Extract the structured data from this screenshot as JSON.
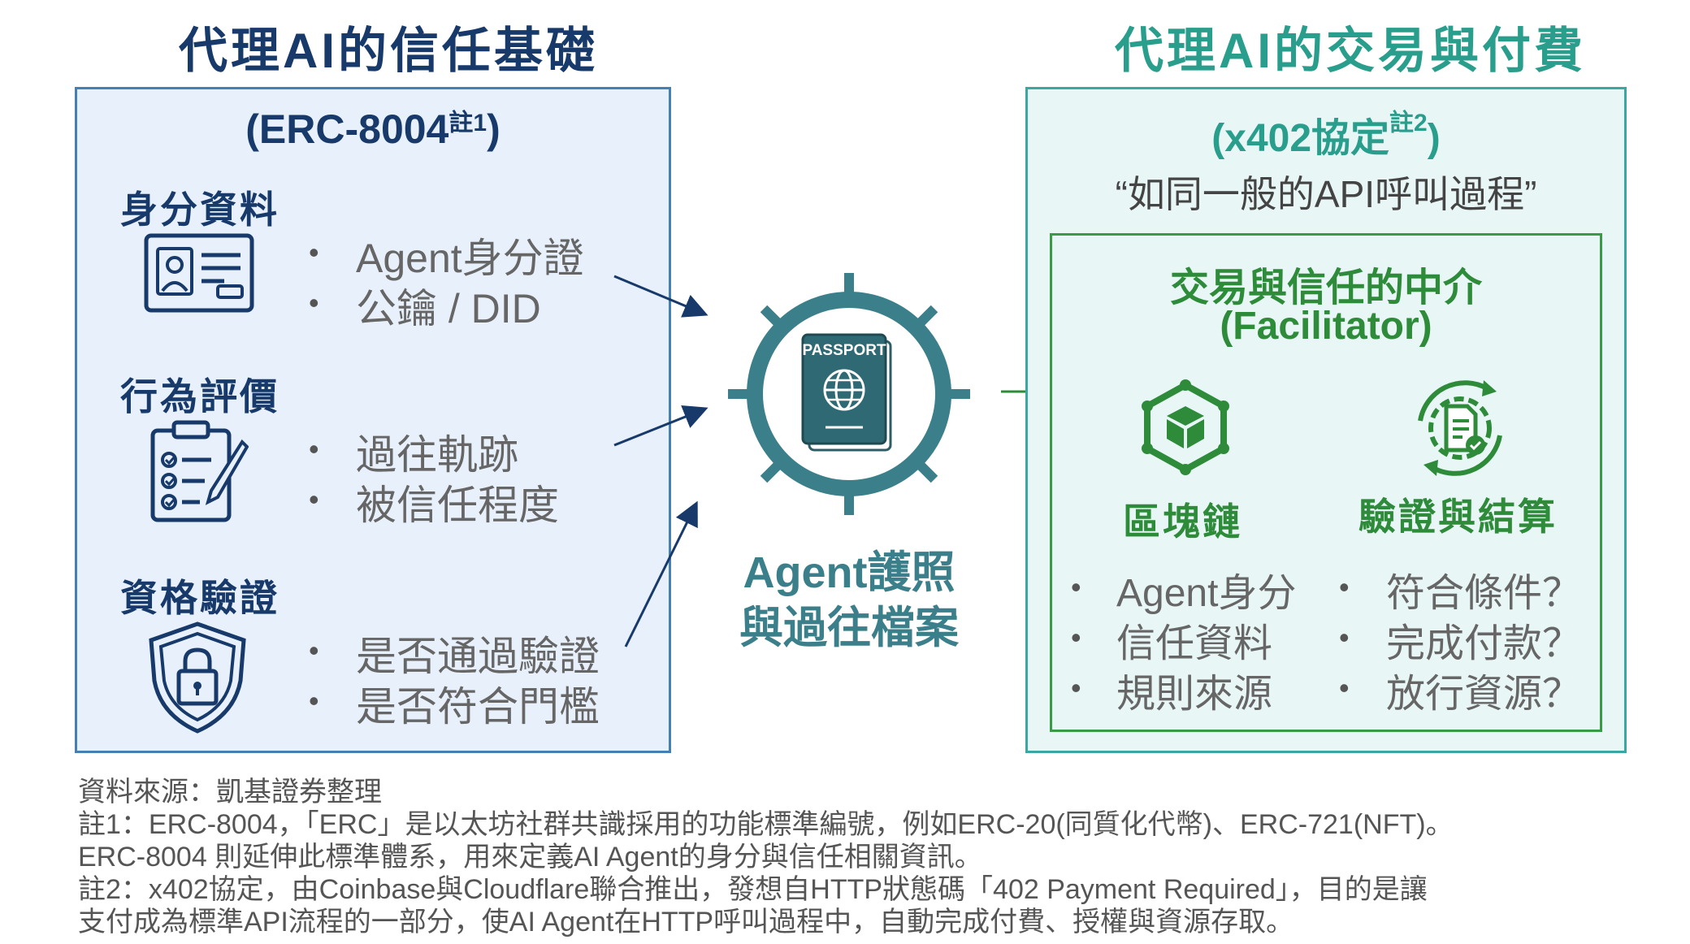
{
  "headers": {
    "left": "代理AI的信任基礎",
    "right": "代理AI的交易與付費"
  },
  "left_panel": {
    "standard": "(ERC-8004",
    "standard_note": "註1",
    "standard_close": ")",
    "sections": [
      {
        "title": "身分資料",
        "icon": "id-card-icon",
        "bullets": [
          "Agent身分證",
          "公鑰 / DID"
        ]
      },
      {
        "title": "行為評價",
        "icon": "clipboard-checklist-icon",
        "bullets": [
          "過往軌跡",
          "被信任程度"
        ]
      },
      {
        "title": "資格驗證",
        "icon": "shield-lock-icon",
        "bullets": [
          "是否通過驗證",
          "是否符合門檻"
        ]
      }
    ]
  },
  "center": {
    "passport_label": "PASSPORT",
    "caption_line1": "Agent護照",
    "caption_line2": "與過往檔案"
  },
  "right_panel": {
    "protocol": "(x402協定",
    "protocol_note": "註2",
    "protocol_close": ")",
    "quote": "“如同一般的API呼叫過程”",
    "facilitator_line1": "交易與信任的中介",
    "facilitator_line2": "(Facilitator)",
    "columns": [
      {
        "title": "區塊鏈",
        "icon": "blockchain-cube-icon",
        "bullets": [
          "Agent身分",
          "信任資料",
          "規則來源"
        ]
      },
      {
        "title": "驗證與結算",
        "icon": "document-gear-icon",
        "bullets": [
          "符合條件？",
          "完成付款？",
          "放行資源？"
        ]
      }
    ]
  },
  "notes": [
    "資料來源：凱基證券整理",
    "註1：ERC-8004，「ERC」是以太坊社群共識採用的功能標準編號，例如ERC-20(同質化代幣)、ERC-721(NFT)。",
    "ERC-8004 則延伸此標準體系，用來定義AI Agent的身分與信任相關資訊。",
    "註2：x402協定，由Coinbase與Cloudflare聯合推出，發想自HTTP狀態碼「402 Payment Required」，目的是讓",
    "支付成為標準API流程的一部分，使AI Agent在HTTP呼叫過程中，自動完成付費、授權與資源存取。"
  ],
  "colors": {
    "navy": "#173a6b",
    "teal": "#2a9e8c",
    "green": "#2e8b3a",
    "passport_teal": "#3b7f8a"
  }
}
